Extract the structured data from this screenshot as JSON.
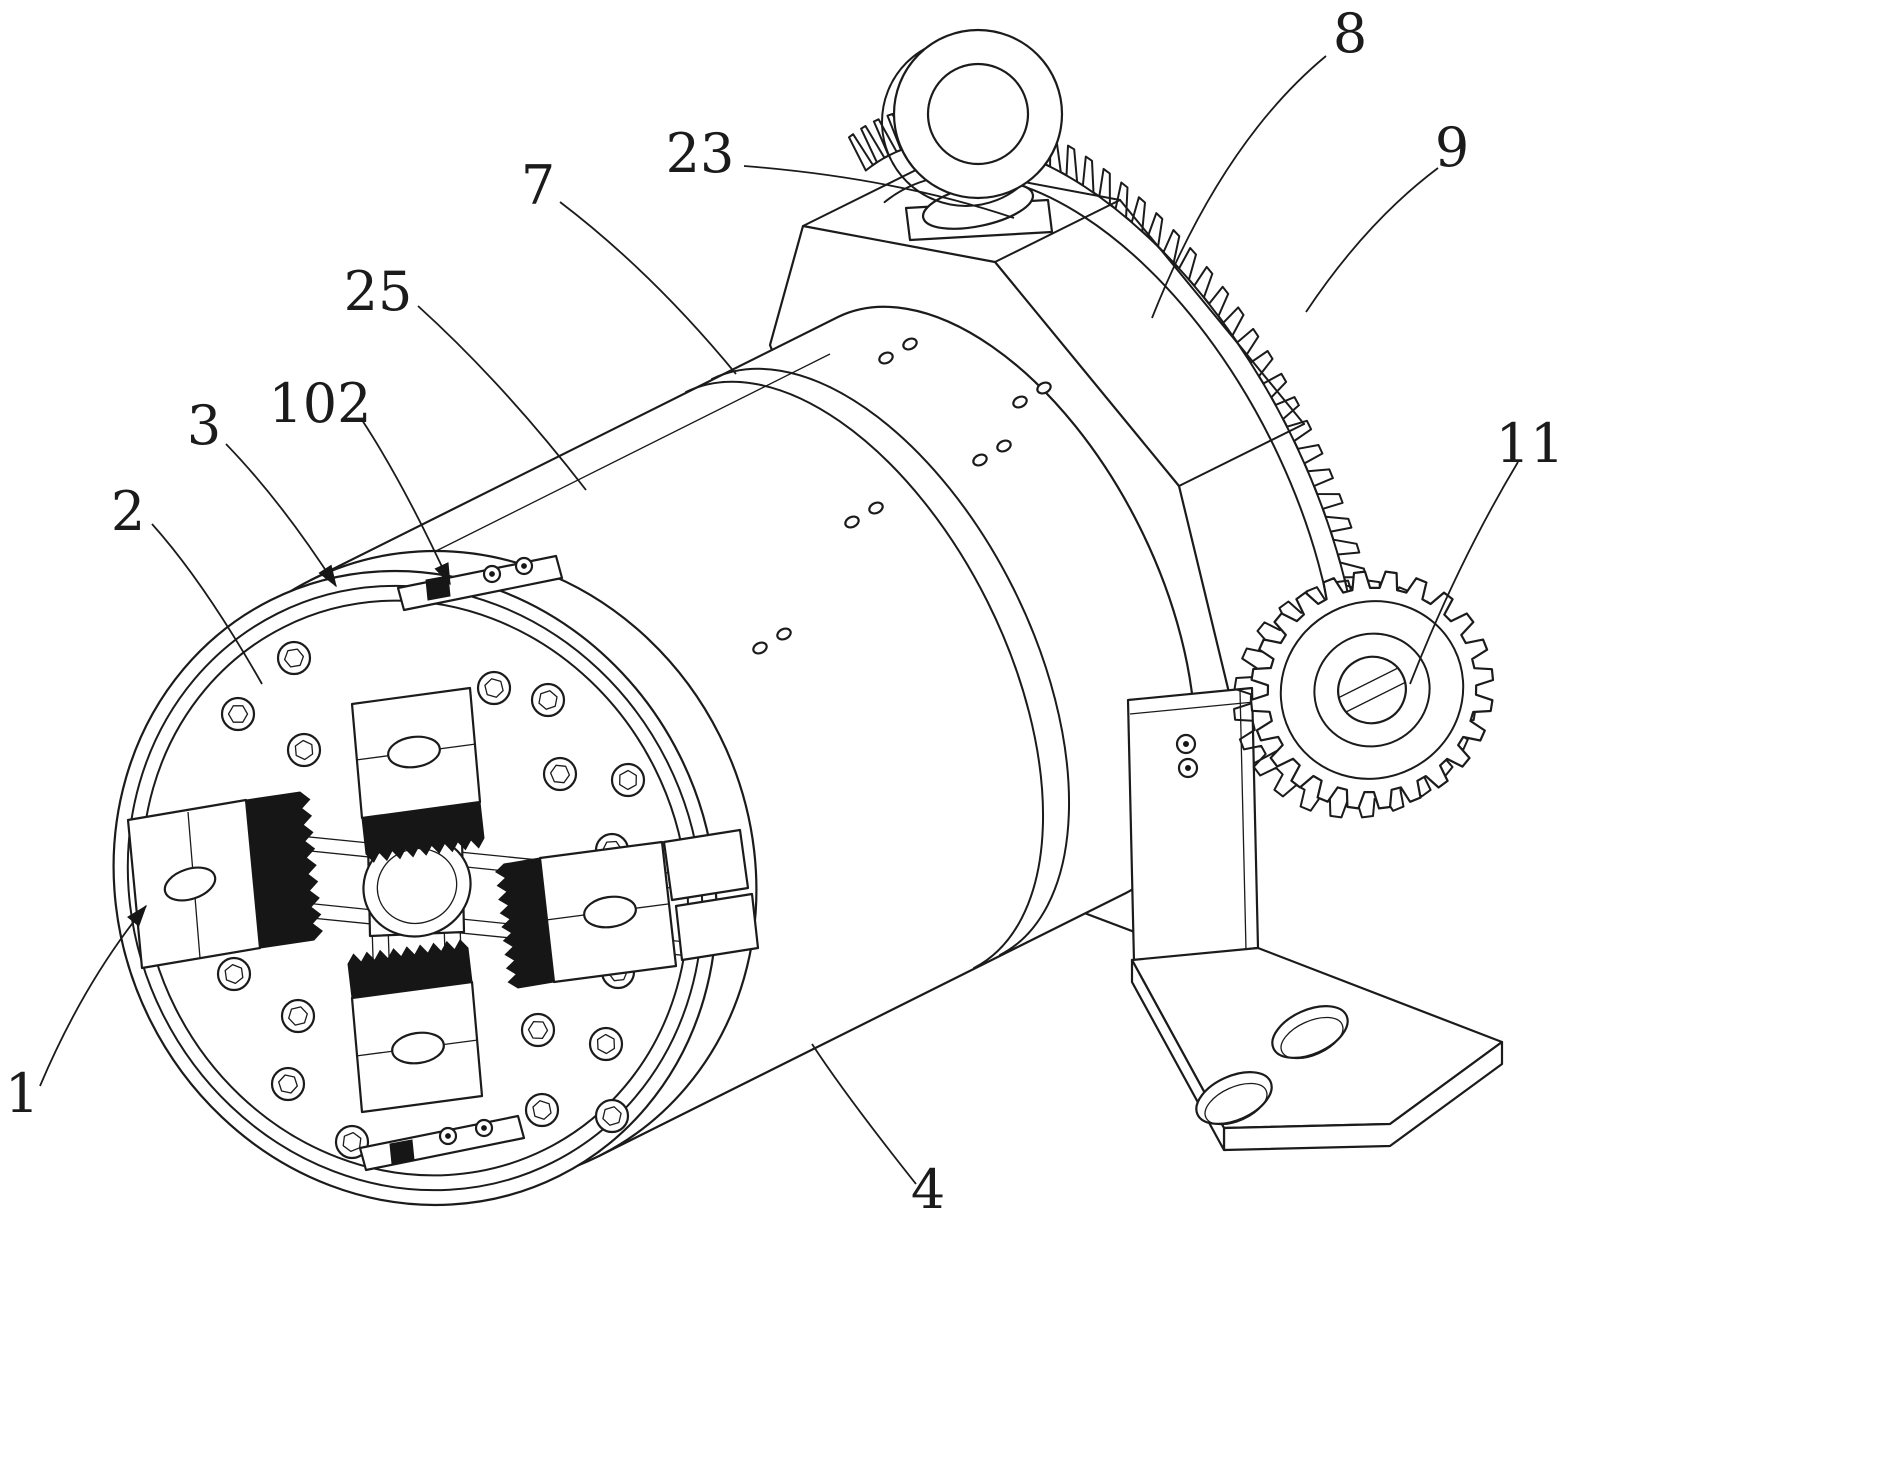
{
  "figure": {
    "background": "#ffffff",
    "line_color": "#1b1b1b",
    "dark_fill": "#161616"
  },
  "reference_numerals": {
    "r1": "1",
    "r2": "2",
    "r3": "3",
    "r4": "4",
    "r7": "7",
    "r8": "8",
    "r9": "9",
    "r11": "11",
    "r23": "23",
    "r25": "25",
    "r102": "102"
  }
}
